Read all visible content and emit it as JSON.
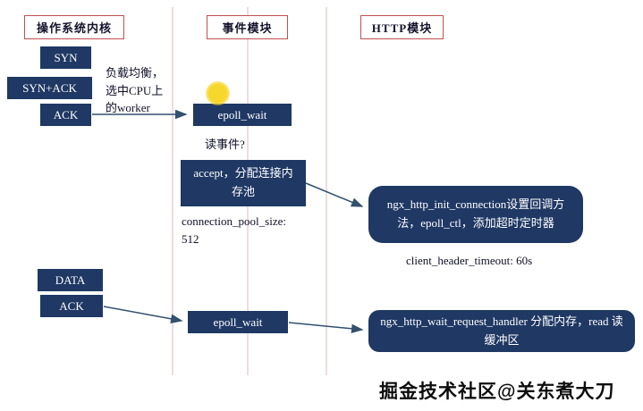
{
  "headers": {
    "kernel": "操作系统内核",
    "event": "事件模块",
    "http": "HTTP模块"
  },
  "kernel": {
    "syn": "SYN",
    "syn_ack": "SYN+ACK",
    "ack": "ACK",
    "data": "DATA",
    "ack2": "ACK"
  },
  "event": {
    "epoll_wait_1": "epoll_wait",
    "read_event_question": "读事件?",
    "accept": "accept，分配连接内存池",
    "pool_note": "connection_pool_size:\n512",
    "epoll_wait_2": "epoll_wait"
  },
  "http": {
    "init_connection": "ngx_http_init_connection设置回调方法，epoll_ctl，添加超时定时器",
    "timeout_note": "client_header_timeout: 60s",
    "wait_request": "ngx_http_wait_request_handler 分配内存，read 读缓冲区"
  },
  "notes": {
    "load_balance": "负载均衡，\n选中CPU上\n的worker"
  },
  "watermark": "掘金技术社区@关东煮大刀",
  "colors": {
    "box_navy": "#1f3864",
    "header_border": "#c0504d",
    "arrow": "#33506e",
    "lifeline": "#d9bcbc",
    "highlight": "#f7d520"
  }
}
